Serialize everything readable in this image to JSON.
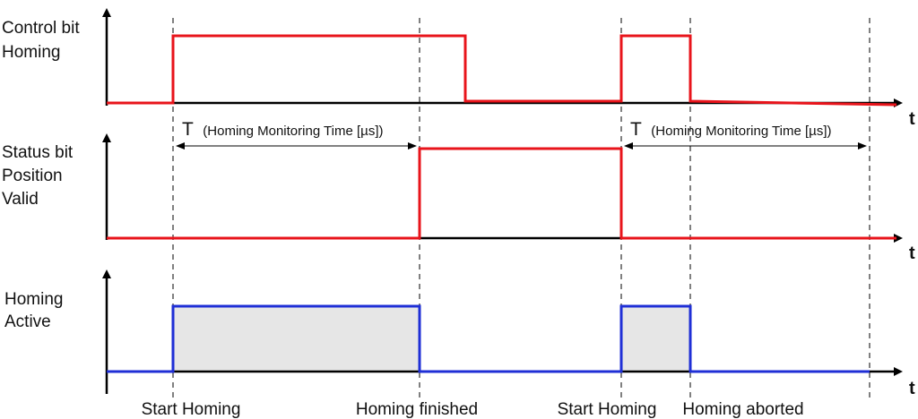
{
  "signals": {
    "control": {
      "label_line1": "Control bit",
      "label_line2": "Homing"
    },
    "status": {
      "label_line1": "Status bit",
      "label_line2": "Position",
      "label_line3": "Valid"
    },
    "active": {
      "label_line1": "Homing",
      "label_line2": "Active"
    }
  },
  "time_axis_label": "t",
  "interval_labels": [
    {
      "symbol": "T",
      "text": "(Homing Monitoring Time [µs])"
    },
    {
      "symbol": "T",
      "text": "(Homing Monitoring Time [µs])"
    }
  ],
  "events": [
    "Start Homing",
    "Homing finished",
    "Start Homing",
    "Homing aborted"
  ],
  "colors": {
    "control_signal": "#e8141b",
    "status_signal": "#e8141b",
    "active_signal": "#1f2fd6",
    "active_fill": "#e6e6e6",
    "axis": "#000000"
  }
}
